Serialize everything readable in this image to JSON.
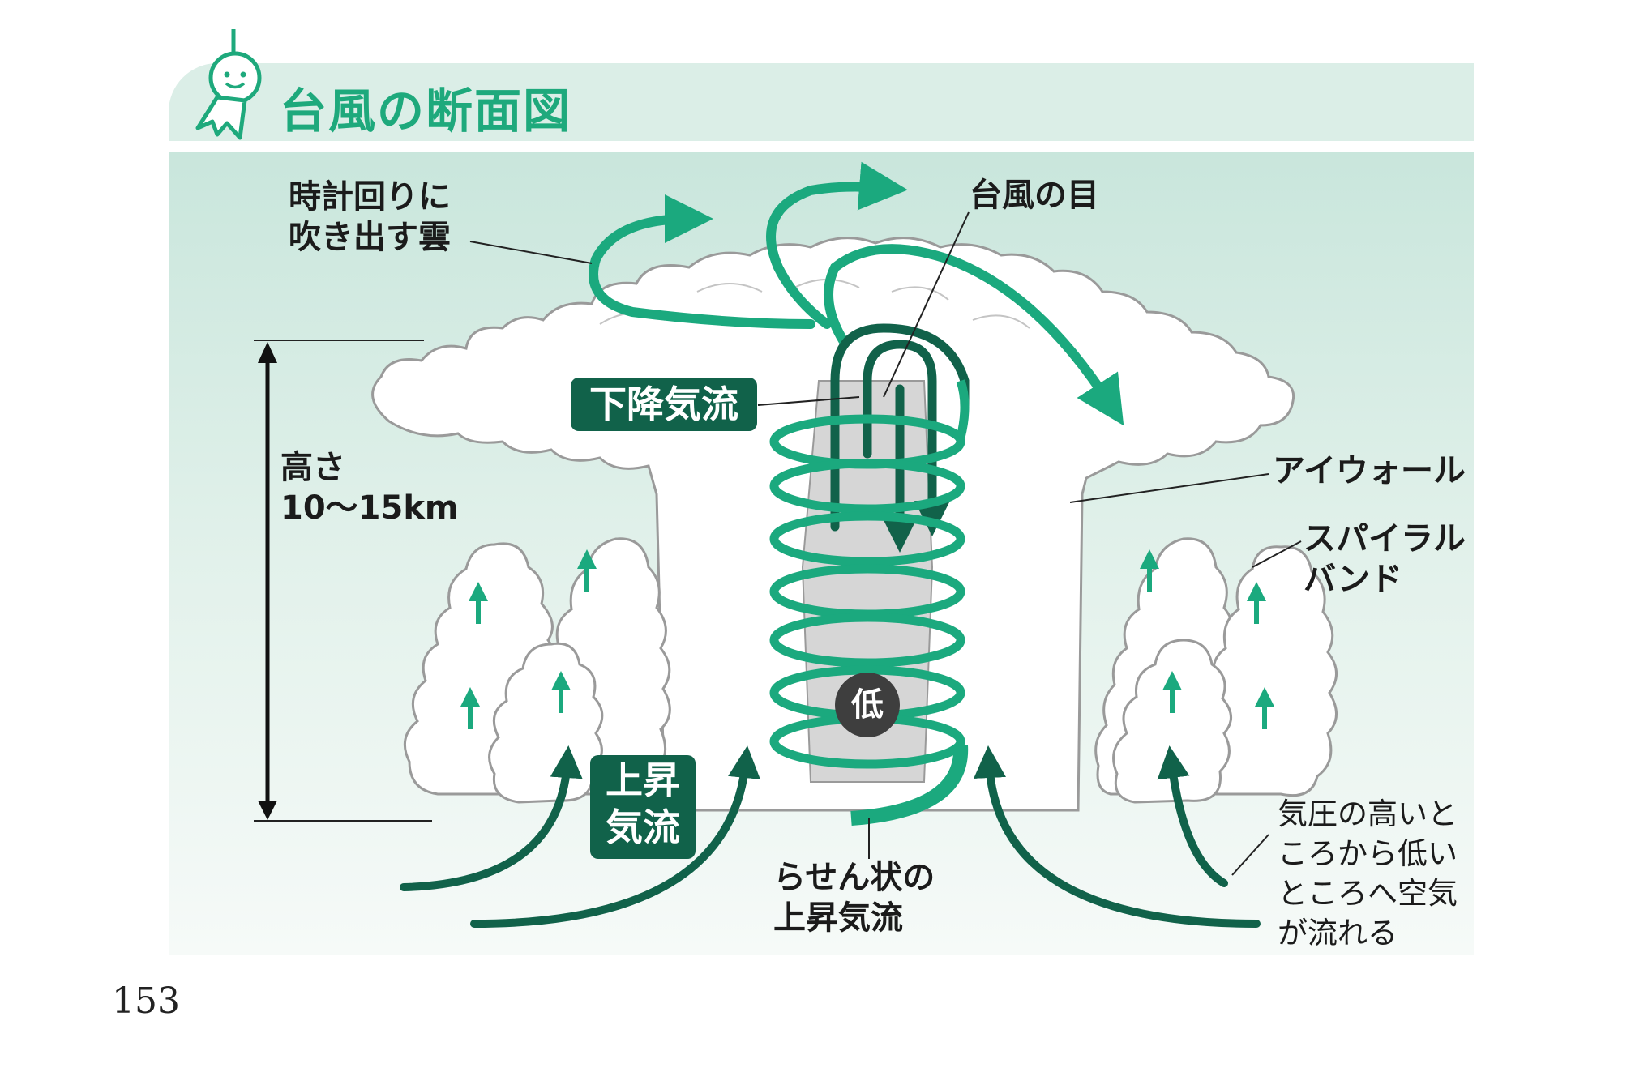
{
  "title": "台風の断面図",
  "page_number": "153",
  "labels": {
    "outflow_line1": "時計回りに",
    "outflow_line2": "吹き出す雲",
    "eye": "台風の目",
    "downdraft": "下降気流",
    "height_line1": "高さ",
    "height_line2": "10〜15km",
    "eyewall": "アイウォール",
    "spiral_line1": "スパイラル",
    "spiral_line2": "バンド",
    "updraft_line1": "上昇",
    "updraft_line2": "気流",
    "low": "低",
    "spiral_up_line1": "らせん状の",
    "spiral_up_line2": "上昇気流",
    "flow_line1": "気圧の高いと",
    "flow_line2": "ころから低い",
    "flow_line3": "ところへ空気",
    "flow_line4": "が流れる"
  },
  "colors": {
    "accent": "#1ea97c",
    "dark_green": "#11624a",
    "arrow_green": "#149b74",
    "cloud": "#ffffff",
    "cloud_outline": "#9a9a9a"
  }
}
